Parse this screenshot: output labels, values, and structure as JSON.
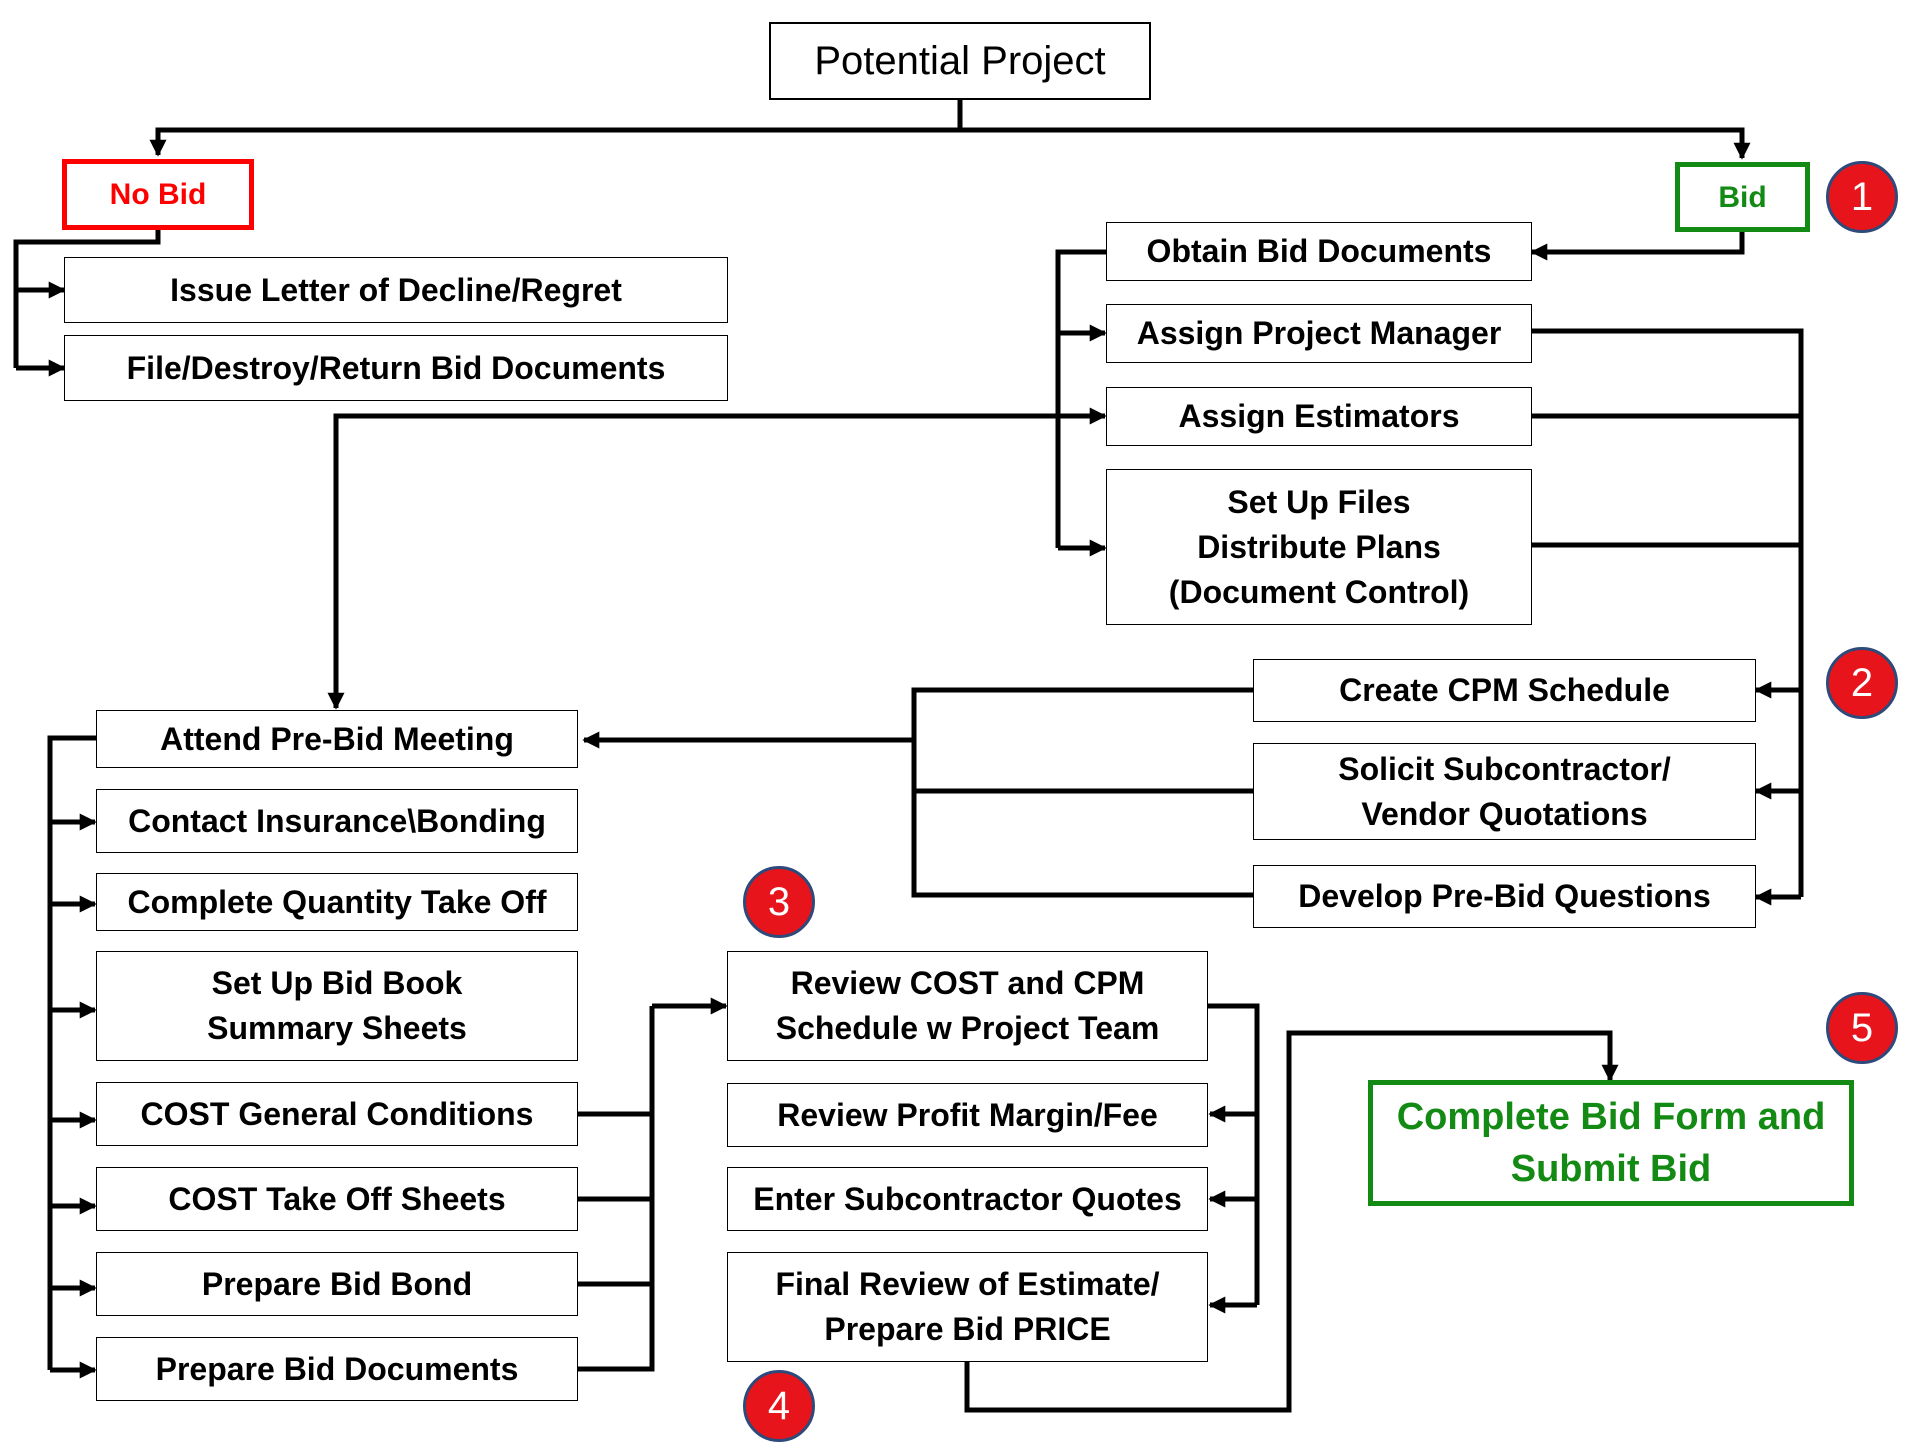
{
  "title": "Potential Project",
  "no_bid": {
    "label": "No Bid",
    "steps": [
      "Issue Letter of Decline/Regret",
      "File/Destroy/Return Bid Documents"
    ]
  },
  "bid": {
    "label": "Bid",
    "steps": {
      "obtain": "Obtain Bid Documents",
      "pm": "Assign Project Manager",
      "estimators": "Assign Estimators",
      "files": [
        "Set Up Files",
        "Distribute Plans",
        "(Document Control)"
      ]
    }
  },
  "phase2": {
    "cpm": "Create CPM Schedule",
    "solicit": [
      "Solicit Subcontractor/",
      "Vendor Quotations"
    ],
    "questions": "Develop Pre-Bid Questions"
  },
  "estimating": {
    "meeting": "Attend Pre-Bid Meeting",
    "insurance": "Contact Insurance\\Bonding",
    "takeoff": "Complete Quantity Take Off",
    "bidbook": [
      "Set Up Bid Book",
      "Summary Sheets"
    ],
    "general": "COST General Conditions",
    "sheets": "COST Take Off Sheets",
    "bond": "Prepare Bid Bond",
    "documents": "Prepare Bid Documents"
  },
  "review": {
    "cost_cpm": [
      "Review COST and CPM",
      "Schedule w Project Team"
    ],
    "profit": "Review Profit Margin/Fee",
    "sub_quotes": "Enter Subcontractor Quotes",
    "final": [
      "Final Review of Estimate/",
      "Prepare Bid PRICE"
    ]
  },
  "submit": [
    "Complete Bid Form and",
    "Submit Bid"
  ],
  "badges": [
    "1",
    "2",
    "3",
    "4",
    "5"
  ],
  "colors": {
    "no_bid": "#ff0000",
    "bid": "#138a13",
    "badge": "#e8141c",
    "badge_border": "#2e4a7a"
  }
}
